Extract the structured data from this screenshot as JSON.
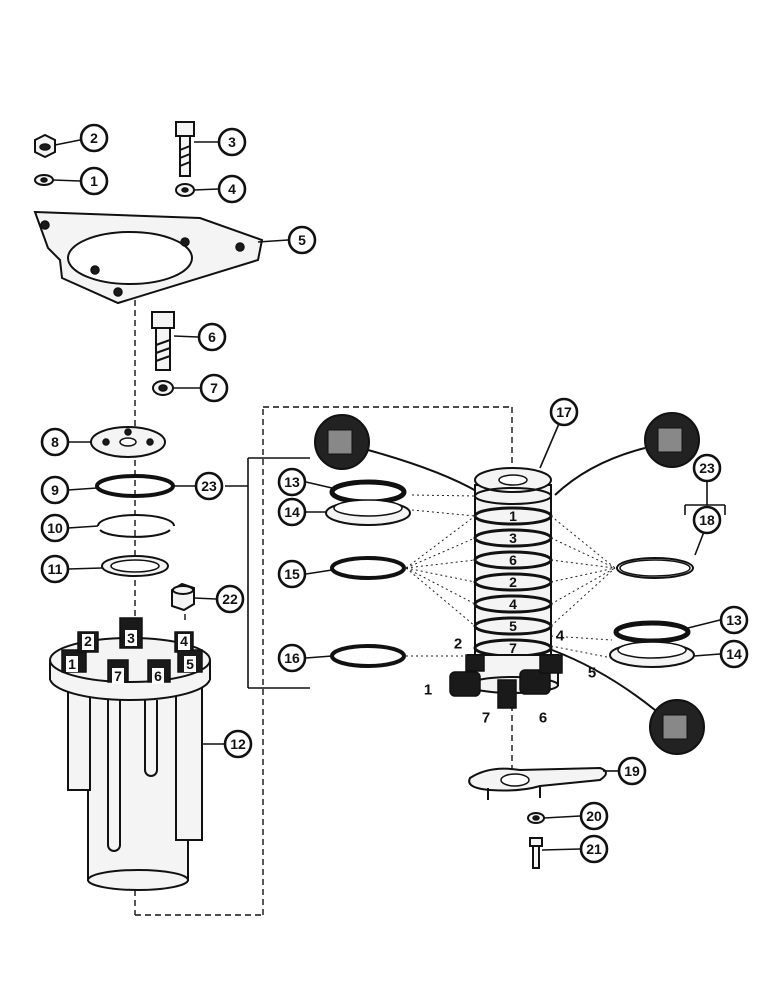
{
  "callouts": {
    "c1": "1",
    "c2": "2",
    "c3": "3",
    "c4": "4",
    "c5": "5",
    "c6": "6",
    "c7": "7",
    "c8": "8",
    "c9": "9",
    "c10": "10",
    "c11": "11",
    "c12": "12",
    "c13a": "13",
    "c13b": "13",
    "c14a": "14",
    "c14b": "14",
    "c15": "15",
    "c16": "16",
    "c17": "17",
    "c18": "18",
    "c19": "19",
    "c20": "20",
    "c21": "21",
    "c22": "22",
    "c23a": "23",
    "c23b": "23"
  },
  "ports": {
    "p1": "1",
    "p2": "2",
    "p4": "4",
    "p5": "5",
    "p6": "6",
    "p7": "7"
  },
  "rings": {
    "r1": "1",
    "r3": "3",
    "r6": "6",
    "r2": "2",
    "r4": "4",
    "r5": "5",
    "r7": "7"
  },
  "housing_ports": {
    "h2": "2",
    "h3": "3",
    "h4": "4",
    "h1": "1",
    "h7": "7",
    "h6": "6",
    "h5": "5"
  }
}
